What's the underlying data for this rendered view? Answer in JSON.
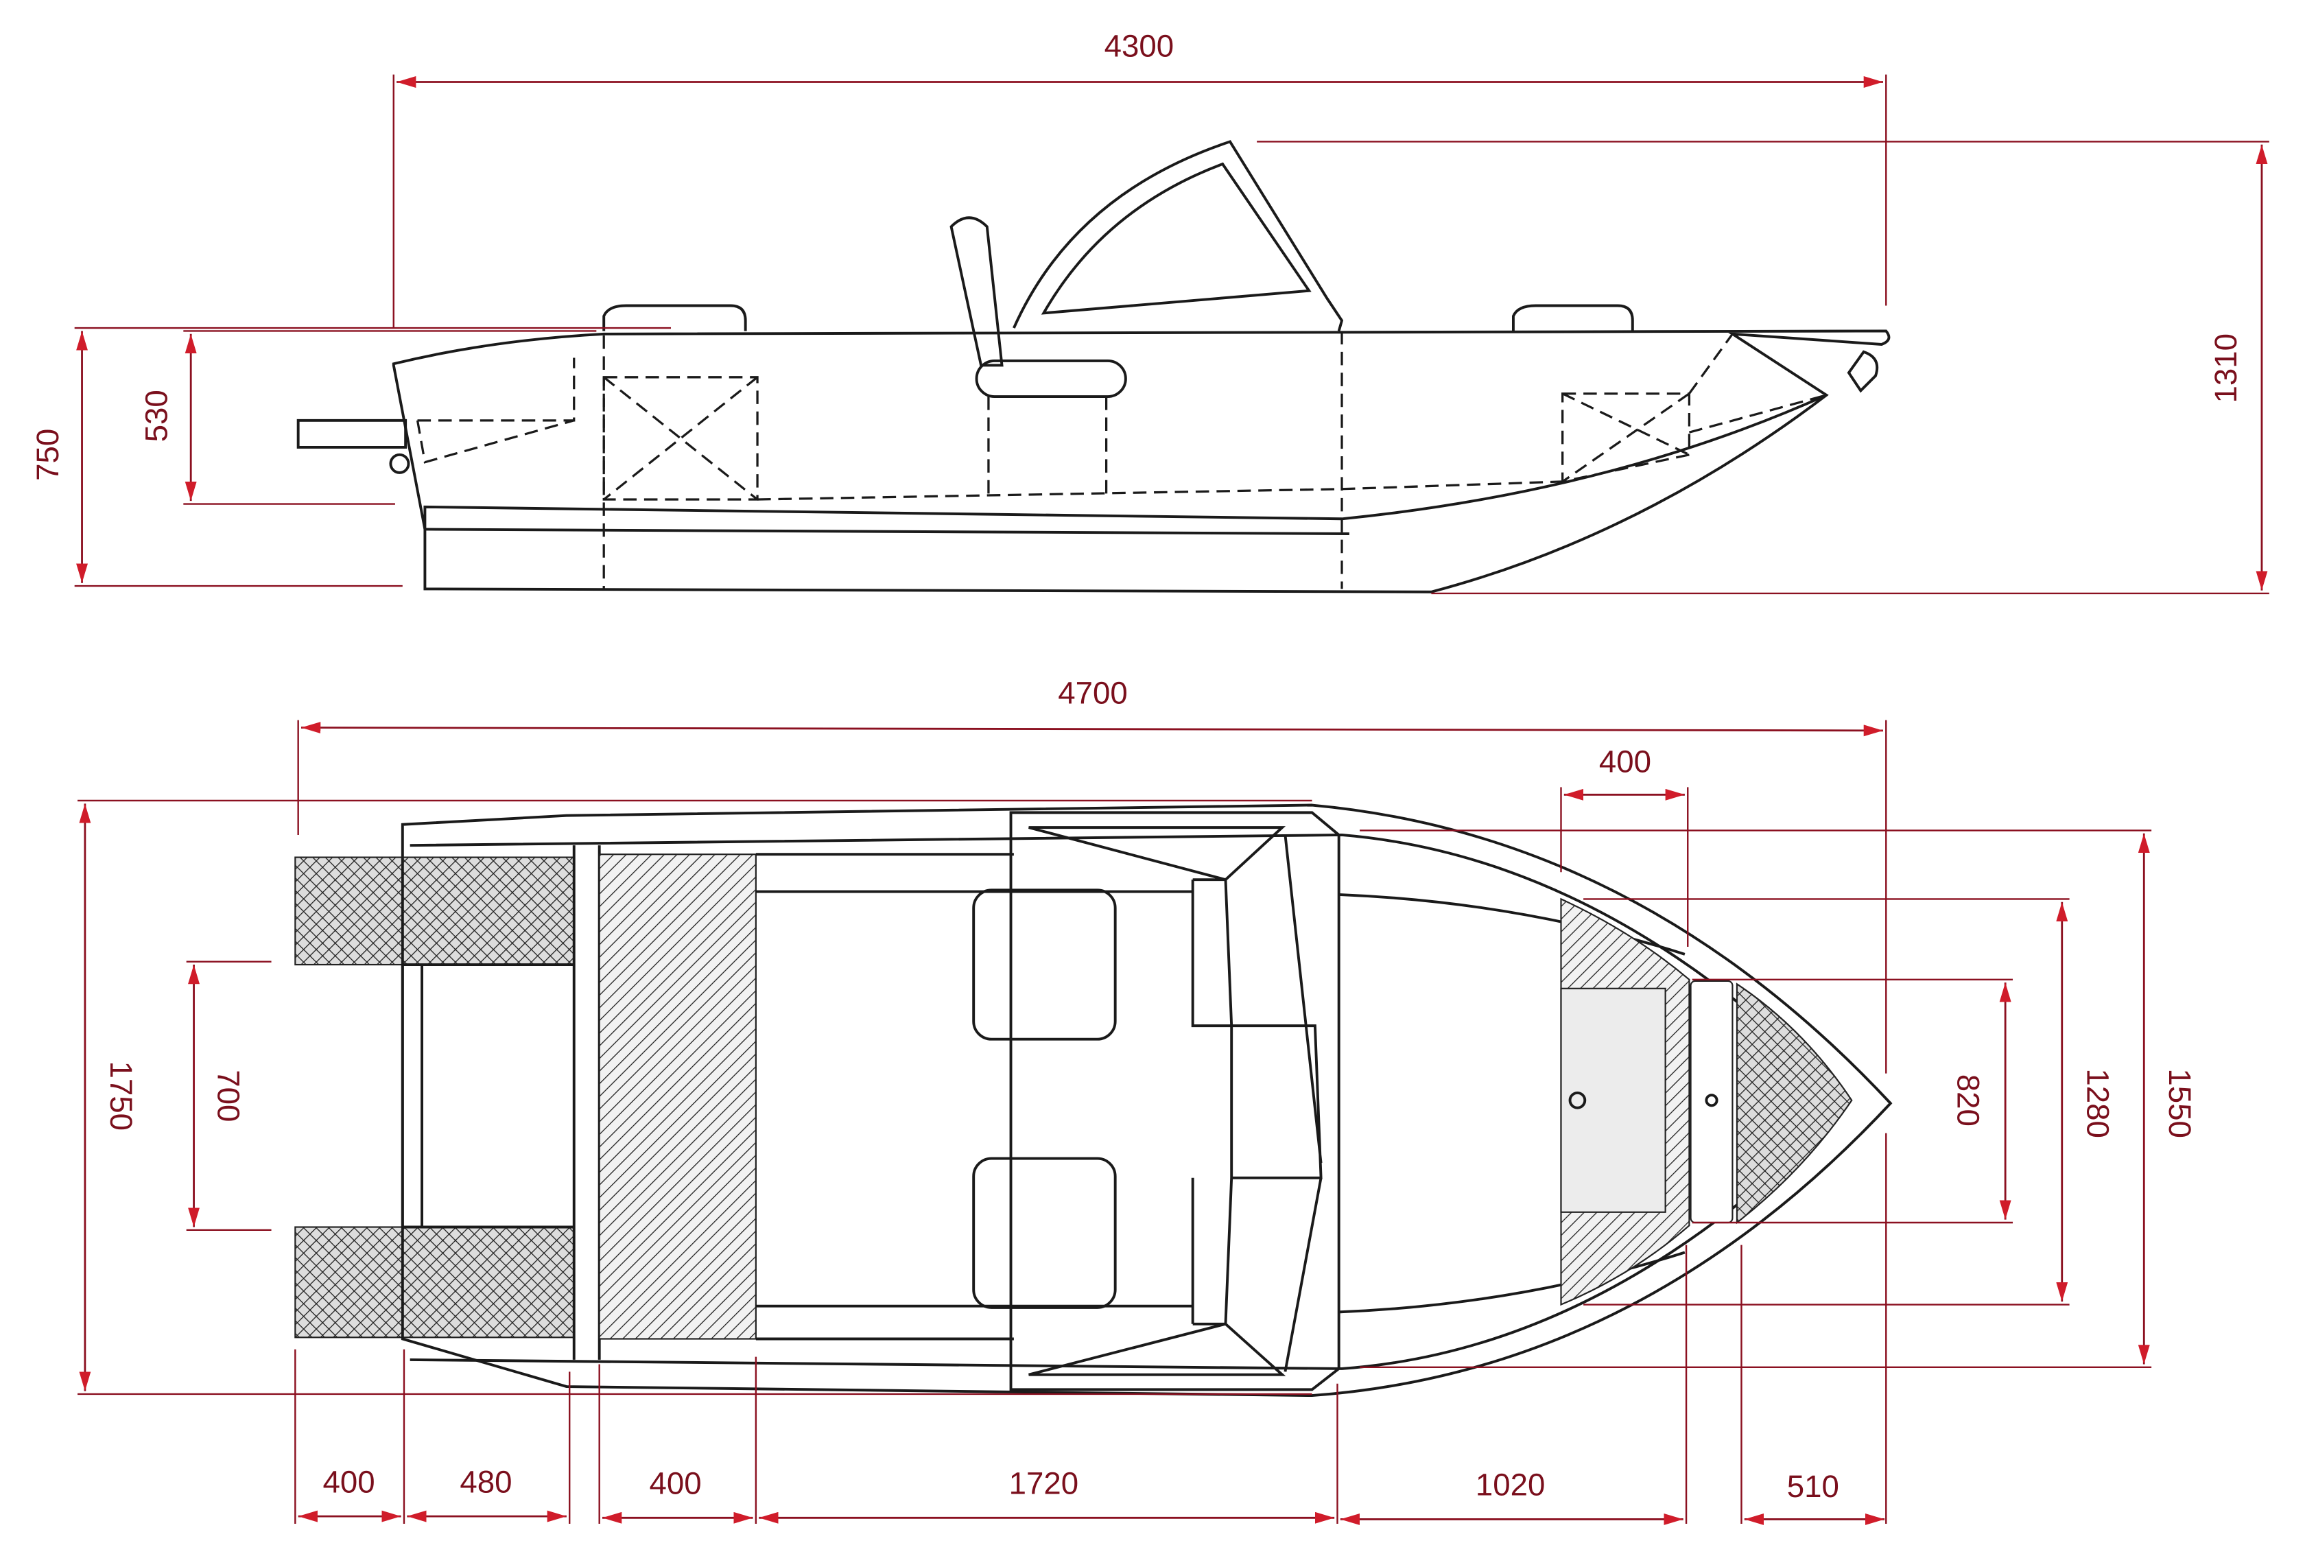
{
  "colors": {
    "dimension": "#8b1020",
    "outline": "#1a1a1a"
  },
  "side_view": {
    "overall_length": "4300",
    "overall_height": "1310",
    "transom_height": "750",
    "inner_height": "530"
  },
  "top_view": {
    "overall_length": "4700",
    "beam": "1750",
    "inner_stern_width": "700",
    "bow_locker_length": "400",
    "bow_width_820": "820",
    "bow_width_1280": "1280",
    "bow_width_1550": "1550",
    "segments": [
      "400",
      "480",
      "400",
      "1720",
      "1020",
      "510"
    ]
  }
}
